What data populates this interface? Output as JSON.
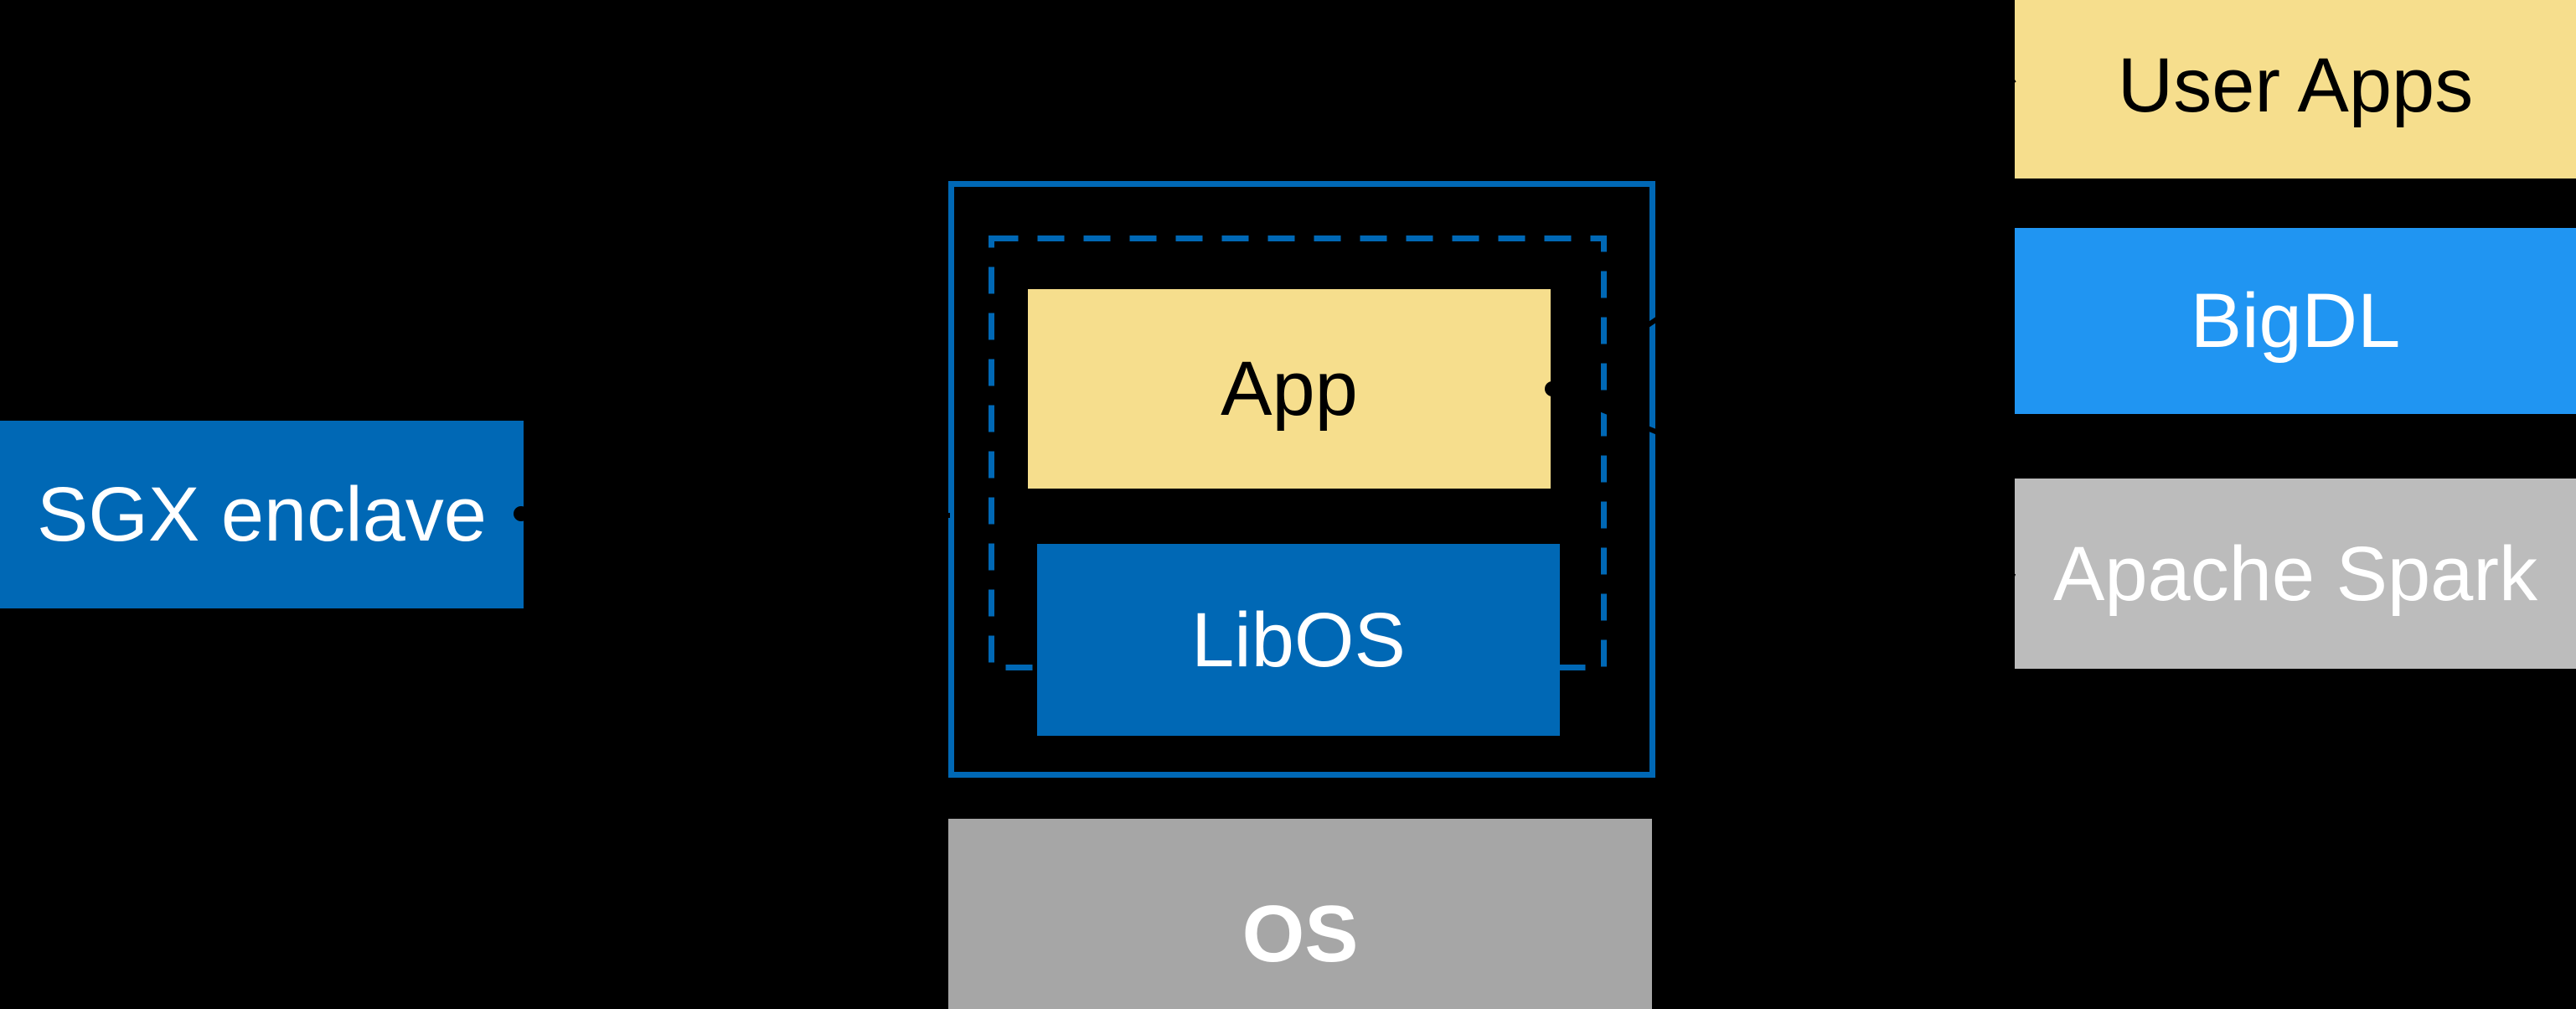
{
  "diagram": {
    "boxes": {
      "sgx": {
        "label": "SGX enclave"
      },
      "app": {
        "label": "App"
      },
      "libos": {
        "label": "LibOS"
      },
      "os": {
        "label": "OS"
      },
      "user_apps": {
        "label": "User Apps"
      },
      "bigdl": {
        "label": "BigDL"
      },
      "apache_spark": {
        "label": "Apache Spark"
      }
    }
  },
  "colors": {
    "background": "#000000",
    "intel_blue": "#0068B5",
    "bright_blue": "#2095F2",
    "yellow": "#F6DE8D",
    "light_gray": "#BCBCBC",
    "mid_gray": "#A6A6A6",
    "white": "#FFFFFF",
    "black": "#000000",
    "connector": "#000000"
  }
}
